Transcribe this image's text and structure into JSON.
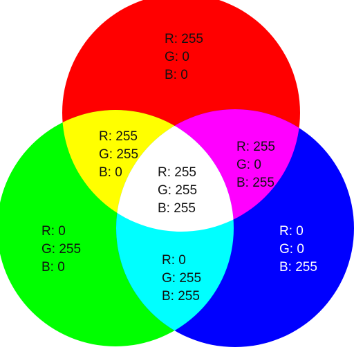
{
  "colors": {
    "red": "#ff0000",
    "green": "#00ff00",
    "blue": "#0000ff",
    "yellow": "#ffff00",
    "magenta": "#ff00ff",
    "cyan": "#00ffff",
    "white": "#ffffff"
  },
  "regions": {
    "red": {
      "r": "R: 255",
      "g": "G: 0",
      "b": "B: 0"
    },
    "green": {
      "r": "R: 0",
      "g": "G: 255",
      "b": "B: 0"
    },
    "blue": {
      "r": "R: 0",
      "g": "G: 0",
      "b": "B: 255"
    },
    "yellow": {
      "r": "R: 255",
      "g": "G: 255",
      "b": "B: 0"
    },
    "magenta": {
      "r": "R: 255",
      "g": "G: 0",
      "b": "B: 255"
    },
    "cyan": {
      "r": "R: 0",
      "g": "G: 255",
      "b": "B: 255"
    },
    "white": {
      "r": "R: 255",
      "g": "G: 255",
      "b": "B: 255"
    }
  }
}
